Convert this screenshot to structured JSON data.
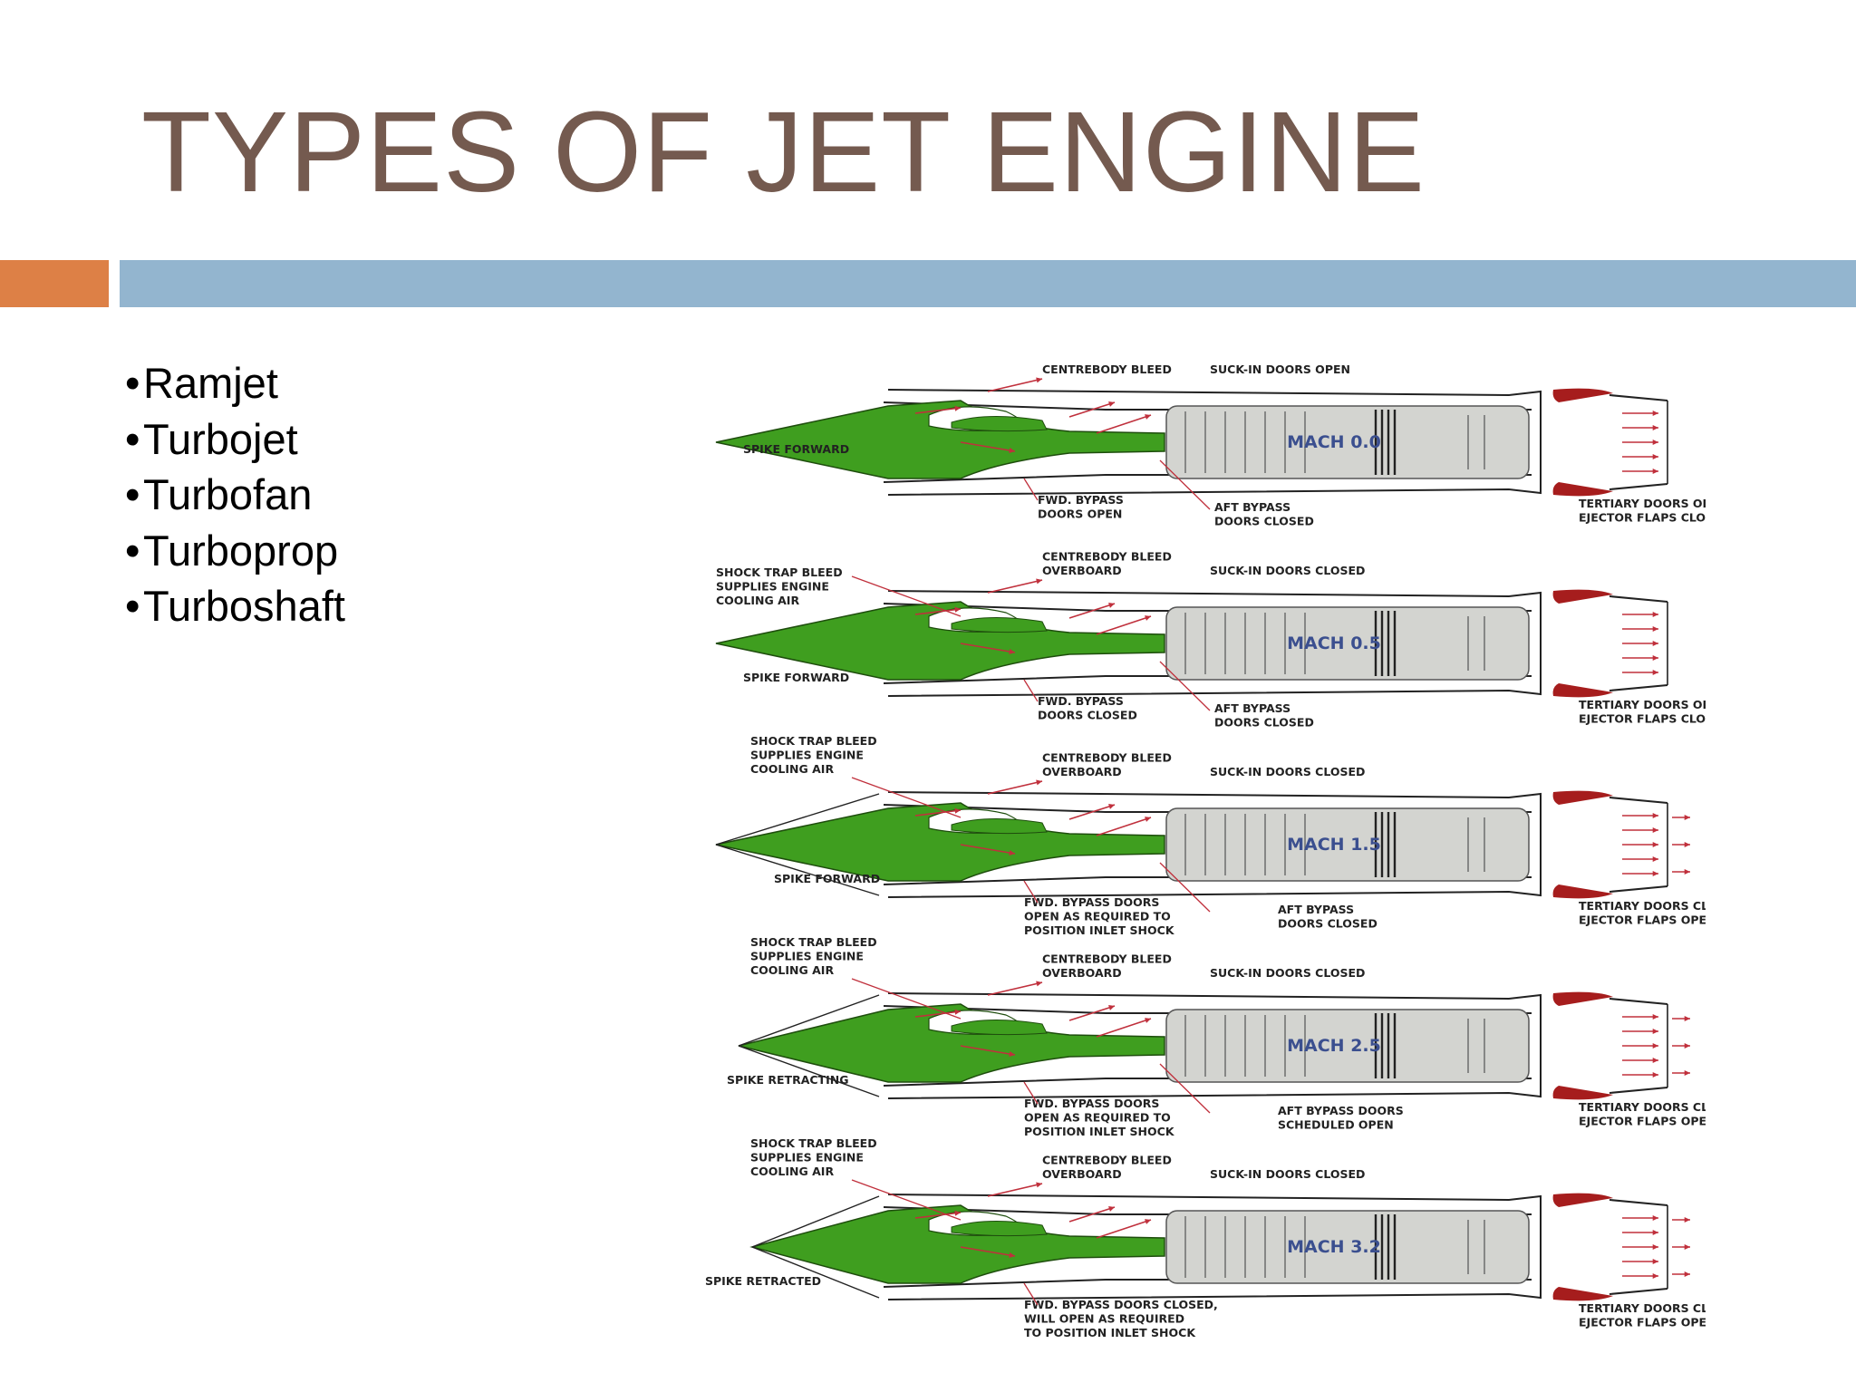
{
  "slide": {
    "title": "TYPES OF JET ENGINE",
    "bullets": [
      "Ramjet",
      "Turbojet",
      "Turbofan",
      "Turboprop",
      "Turboshaft"
    ],
    "bullet_char": "•"
  },
  "colors": {
    "title": "#745a4f",
    "accent_orange": "#dd8046",
    "accent_blue": "#93b5cf",
    "spike_green": "#3f9e1f",
    "nozzle_red": "#a61d1d",
    "engine_gray": "#d3d4d0",
    "arrow_red": "#c0303c"
  },
  "diagram": {
    "rows": [
      {
        "mach": "MACH 0.0",
        "labels": {
          "centrebody": [
            "CENTREBODY BLEED"
          ],
          "suckin": [
            "SUCK-IN DOORS OPEN"
          ],
          "shock": [],
          "spike": [
            "SPIKE FORWARD"
          ],
          "fwd": [
            "FWD. BYPASS",
            "DOORS OPEN"
          ],
          "aft": [
            "AFT BYPASS",
            "DOORS CLOSED"
          ],
          "tertiary": [
            "TERTIARY DOORS OPEN",
            "EJECTOR FLAPS CLOSED"
          ]
        }
      },
      {
        "mach": "MACH 0.5",
        "labels": {
          "centrebody": [
            "CENTREBODY BLEED",
            "OVERBOARD"
          ],
          "suckin": [
            "SUCK-IN DOORS CLOSED"
          ],
          "shock": [
            "SHOCK TRAP BLEED",
            "SUPPLIES ENGINE",
            "COOLING AIR"
          ],
          "spike": [
            "SPIKE FORWARD"
          ],
          "fwd": [
            "FWD. BYPASS",
            "DOORS CLOSED"
          ],
          "aft": [
            "AFT BYPASS",
            "DOORS CLOSED"
          ],
          "tertiary": [
            "TERTIARY DOORS OPEN",
            "EJECTOR FLAPS CLOSED"
          ]
        }
      },
      {
        "mach": "MACH 1.5",
        "labels": {
          "centrebody": [
            "CENTREBODY BLEED",
            "OVERBOARD"
          ],
          "suckin": [
            "SUCK-IN DOORS CLOSED"
          ],
          "shock": [
            "SHOCK TRAP BLEED",
            "SUPPLIES ENGINE",
            "COOLING AIR"
          ],
          "spike": [
            "SPIKE FORWARD"
          ],
          "fwd": [
            "FWD. BYPASS DOORS",
            "OPEN AS REQUIRED TO",
            "POSITION INLET SHOCK"
          ],
          "aft": [
            "AFT BYPASS",
            "DOORS CLOSED"
          ],
          "tertiary": [
            "TERTIARY DOORS CLOSED",
            "EJECTOR FLAPS OPENING"
          ]
        }
      },
      {
        "mach": "MACH 2.5",
        "labels": {
          "centrebody": [
            "CENTREBODY BLEED",
            "OVERBOARD"
          ],
          "suckin": [
            "SUCK-IN DOORS CLOSED"
          ],
          "shock": [
            "SHOCK TRAP BLEED",
            "SUPPLIES ENGINE",
            "COOLING AIR"
          ],
          "spike": [
            "SPIKE RETRACTING"
          ],
          "fwd": [
            "FWD. BYPASS DOORS",
            "OPEN AS REQUIRED TO",
            "POSITION INLET SHOCK"
          ],
          "aft": [
            "AFT BYPASS DOORS",
            "SCHEDULED OPEN"
          ],
          "tertiary": [
            "TERTIARY DOORS CLOSED",
            "EJECTOR FLAPS OPENING"
          ]
        }
      },
      {
        "mach": "MACH 3.2",
        "labels": {
          "centrebody": [
            "CENTREBODY BLEED",
            "OVERBOARD"
          ],
          "suckin": [
            "SUCK-IN DOORS CLOSED"
          ],
          "shock": [
            "SHOCK TRAP BLEED",
            "SUPPLIES ENGINE",
            "COOLING AIR"
          ],
          "spike": [
            "SPIKE RETRACTED"
          ],
          "fwd": [
            "FWD. BYPASS DOORS CLOSED,",
            "WILL OPEN AS REQUIRED",
            "TO POSITION INLET SHOCK"
          ],
          "aft": [],
          "tertiary": [
            "TERTIARY DOORS CLOSED",
            "EJECTOR FLAPS OPEN"
          ]
        }
      }
    ]
  }
}
